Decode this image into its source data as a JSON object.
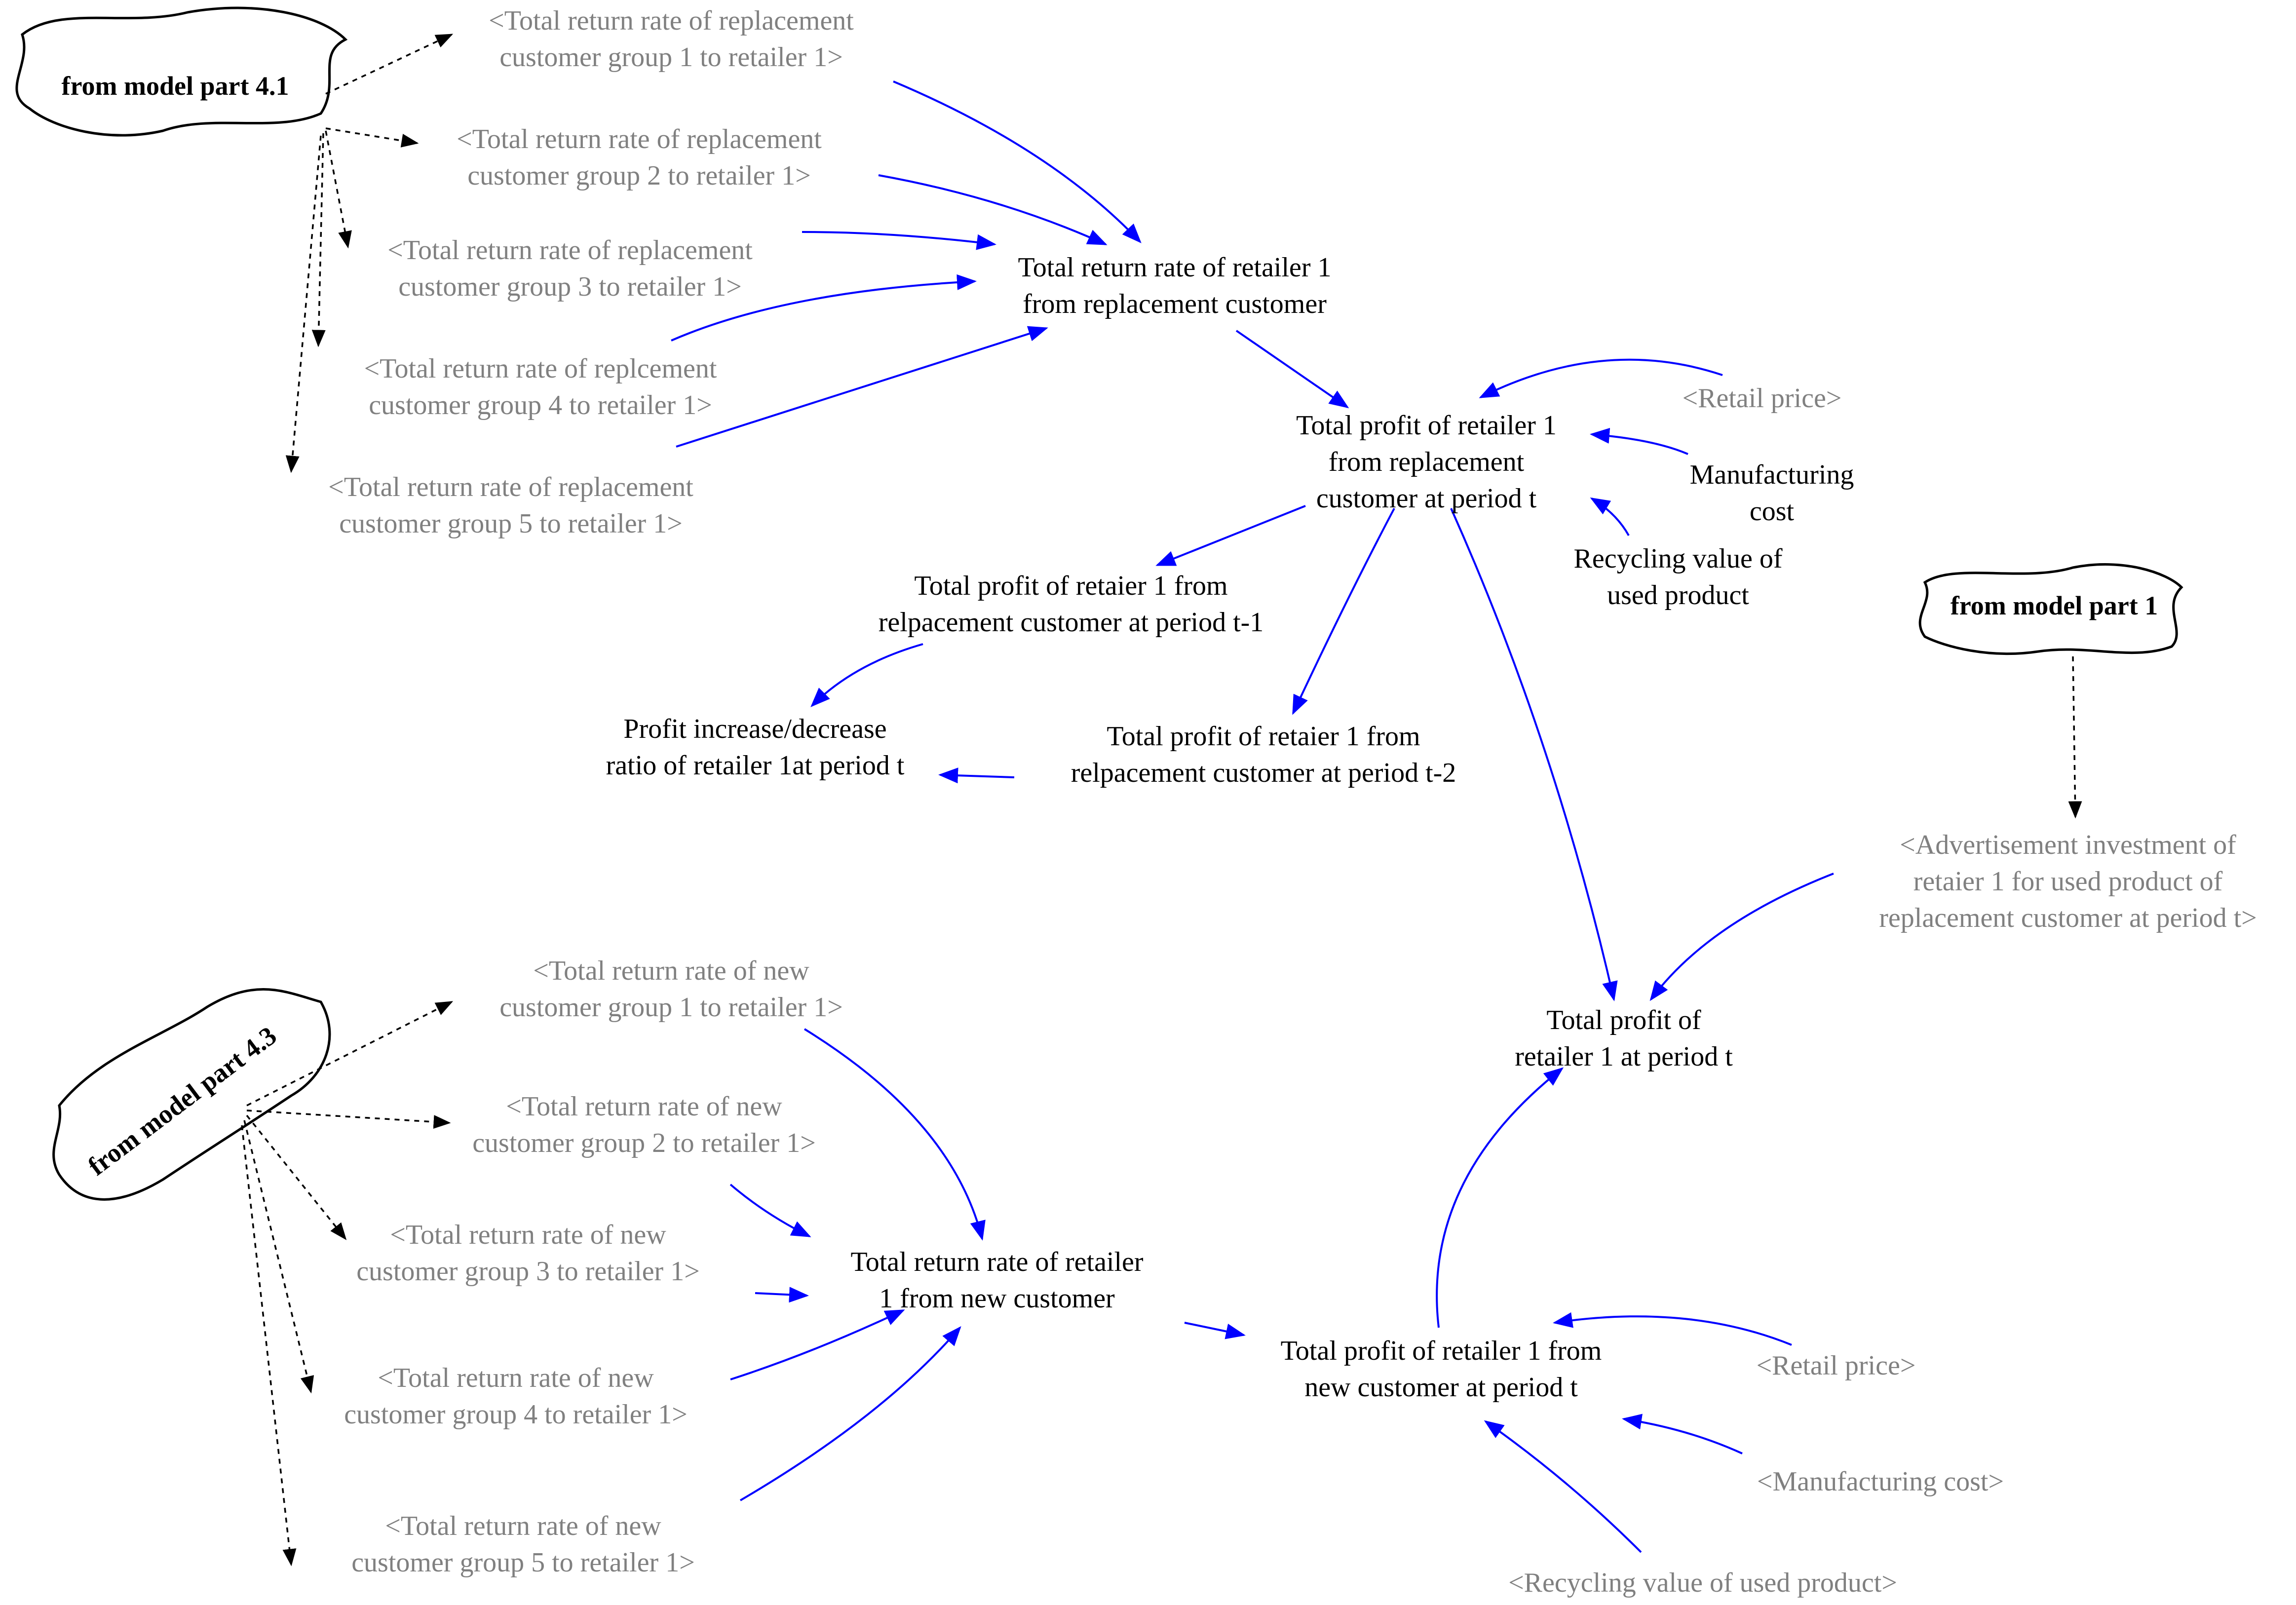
{
  "clouds": {
    "part41": "from model part 4.1",
    "part43": "from model part 4.3",
    "part1": "from model part 1"
  },
  "nodes": {
    "rep_g1": "<Total return rate of replacement\ncustomer group 1 to retailer 1>",
    "rep_g2": "<Total return rate of replacement\ncustomer group 2 to retailer 1>",
    "rep_g3": "<Total return rate of replacement\ncustomer group 3 to retailer 1>",
    "rep_g4": "<Total return rate of replcement\ncustomer group 4 to retailer 1>",
    "rep_g5": "<Total return rate of replacement\ncustomer group 5 to retailer 1>",
    "total_rep_rate": "Total return rate of retailer 1\nfrom replacement customer",
    "retail_price_1": "<Retail price>",
    "profit_rep_t": "Total profit of retailer 1\nfrom replacement\ncustomer at period t",
    "manufacturing_cost": "Manufacturing\ncost",
    "recycling_value": "Recycling value of\nused product",
    "profit_rep_t1": "Total profit of retaier 1 from\nrelpacement customer at period t-1",
    "profit_ratio": "Profit increase/decrease\nratio of retailer 1at period t",
    "profit_rep_t2": "Total profit of retaier 1 from\nrelpacement customer at period t-2",
    "advertisement": "<Advertisement investment of\nretaier 1 for used product of\nreplacement customer at period t>",
    "total_profit": "Total profit of\nretailer 1 at period t",
    "new_g1": "<Total return rate of new\ncustomer group 1 to retailer 1>",
    "new_g2": "<Total return rate of new\ncustomer group 2 to retailer 1>",
    "new_g3": "<Total return rate of new\ncustomer group 3 to retailer 1>",
    "new_g4": "<Total return rate of new\ncustomer group 4 to retailer 1>",
    "new_g5": "<Total return rate of new\ncustomer group 5 to retailer 1>",
    "total_new_rate": "Total return rate of retailer\n1 from new customer",
    "profit_new_t": "Total profit of retailer 1 from\nnew customer at period t",
    "retail_price_2": "<Retail price>",
    "manufacturing_cost_2": "<Manufacturing cost>",
    "recycling_value_2": "<Recycling value of used product>"
  },
  "colors": {
    "variable_text": "#000000",
    "shadow_text": "#808080",
    "causal_link": "#0000ff",
    "source_link": "#000000"
  }
}
